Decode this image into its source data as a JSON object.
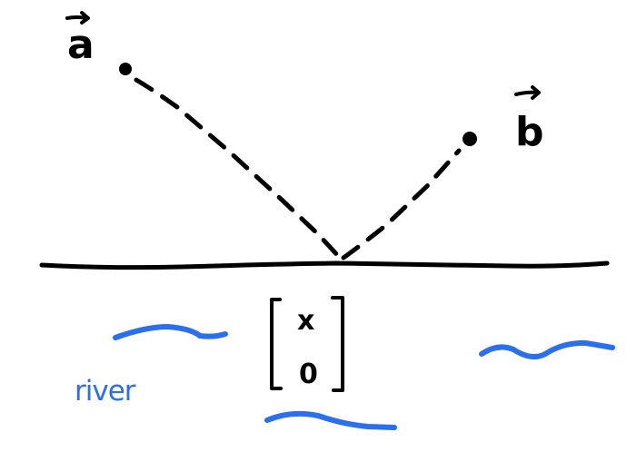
{
  "labels": {
    "vector_a": "a",
    "vector_b": "b",
    "matrix_top": "x",
    "matrix_bottom": "0",
    "river": "river"
  },
  "colors": {
    "ink": "#000000",
    "water": "#2a6ff0",
    "background": "#ffffff"
  }
}
